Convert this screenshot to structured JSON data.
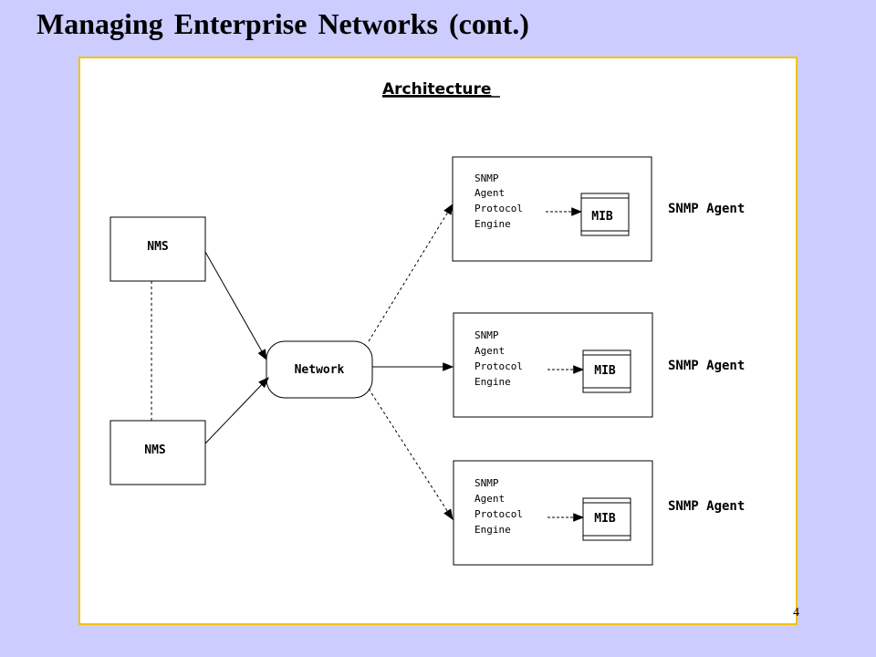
{
  "slide": {
    "title": "Managing Enterprise Networks (cont.)",
    "page_number": "4"
  },
  "diagram": {
    "heading": "Architecture",
    "nms_1": "NMS",
    "nms_2": "NMS",
    "network": "Network",
    "agents": [
      {
        "engine_lines": [
          "SNMP",
          "Agent",
          "Protocol",
          "Engine"
        ],
        "mib": "MIB",
        "label": "SNMP Agent"
      },
      {
        "engine_lines": [
          "SNMP",
          "Agent",
          "Protocol",
          "Engine"
        ],
        "mib": "MIB",
        "label": "SNMP Agent"
      },
      {
        "engine_lines": [
          "SNMP",
          "Agent",
          "Protocol",
          "Engine"
        ],
        "mib": "MIB",
        "label": "SNMP Agent"
      }
    ]
  }
}
